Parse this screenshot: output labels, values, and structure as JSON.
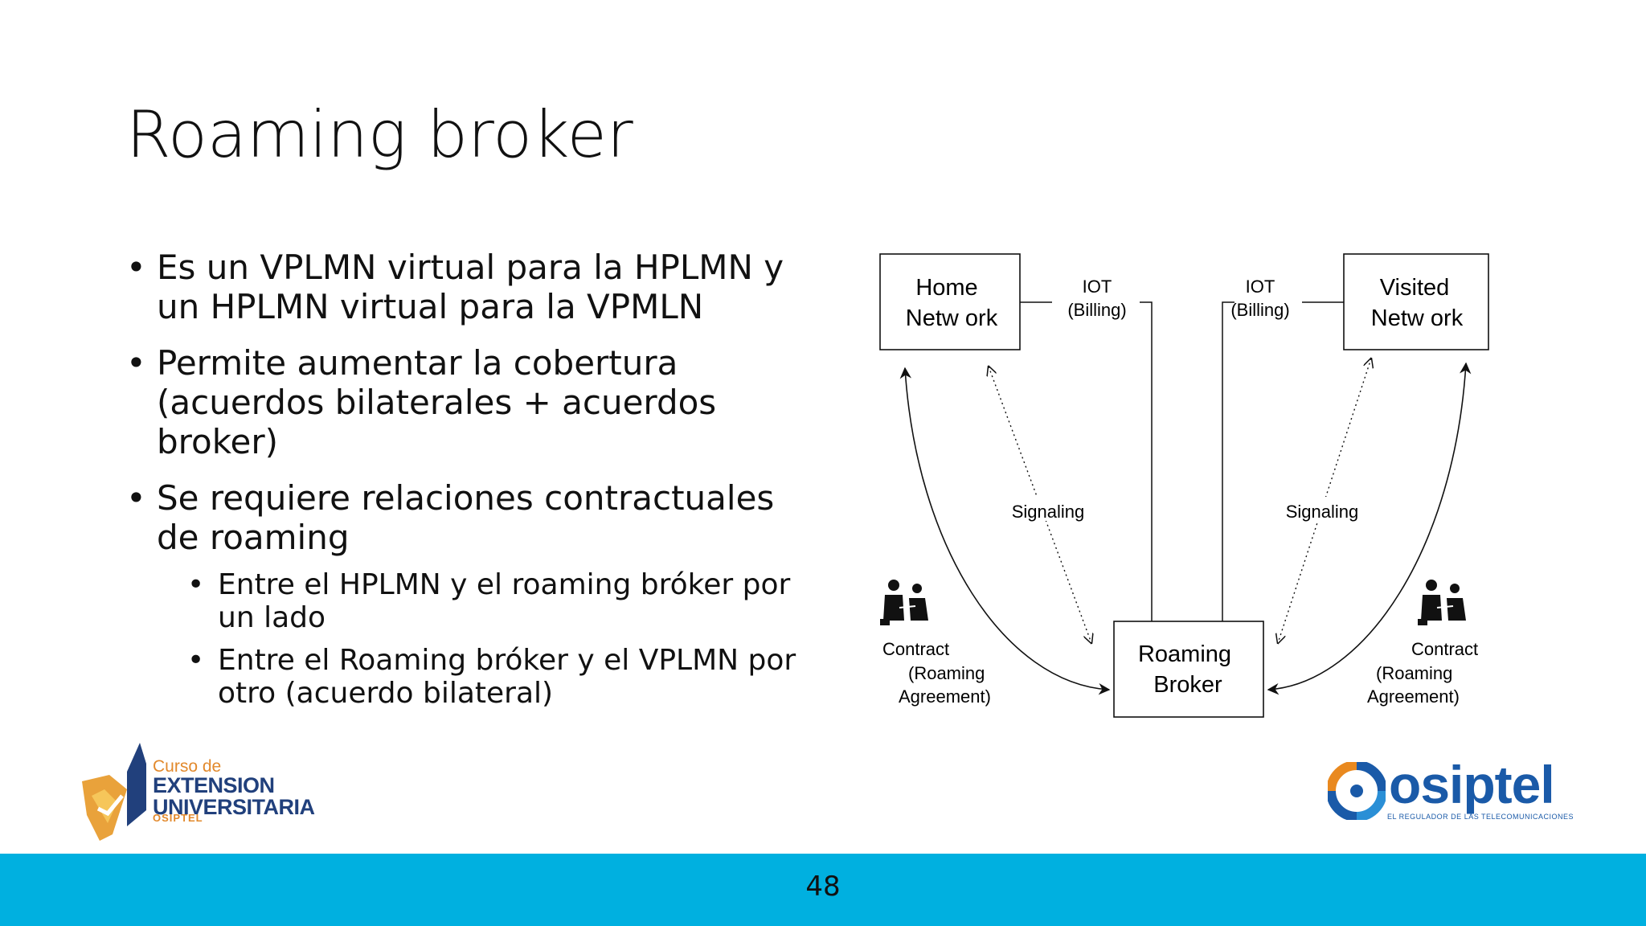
{
  "slide": {
    "title": "Roaming broker",
    "page_number": "48"
  },
  "bullets": [
    {
      "text": "Es un VPLMN virtual para la HPLMN y",
      "text2": "un HPLMN virtual para la VPMLN"
    },
    {
      "text": "Permite aumentar la cobertura",
      "text2": "(acuerdos bilaterales + acuerdos",
      "text3": "broker)"
    },
    {
      "text": "Se requiere relaciones contractuales",
      "text2": "de roaming",
      "sub": [
        {
          "text": "Entre el HPLMN y el roaming bróker por",
          "text2": "un lado"
        },
        {
          "text": "Entre el Roaming bróker y el VPLMN por",
          "text2": "otro (acuerdo bilateral)"
        }
      ]
    }
  ],
  "diagram": {
    "home_network": {
      "line1": "Home",
      "line2": "Netw ork"
    },
    "visited_network": {
      "line1": "Visited",
      "line2": "Netw ork"
    },
    "roaming_broker": {
      "line1": "Roaming",
      "line2": "Broker"
    },
    "iot_left": {
      "line1": "IOT",
      "line2": "(Billing)"
    },
    "iot_right": {
      "line1": "IOT",
      "line2": "(Billing)"
    },
    "signaling_left": "Signaling",
    "signaling_right": "Signaling",
    "contract_left": {
      "line1": "Contract",
      "line2": "(Roaming",
      "line3": "Agreement)"
    },
    "contract_right": {
      "line1": "Contract",
      "line2": "(Roaming",
      "line3": "Agreement)"
    }
  },
  "logos": {
    "left": {
      "line1": "Curso de",
      "line2": "EXTENSION",
      "line3": "UNIVERSITARIA",
      "line4": "OSIPTEL"
    },
    "right": {
      "word": "osiptel",
      "tagline": "EL REGULADOR DE LAS TELECOMUNICACIONES"
    }
  },
  "colors": {
    "footer_bar": "#00b0e0",
    "osiptel_blue": "#1a5aa8",
    "extension_orange": "#e2892c",
    "extension_navy": "#21407c"
  }
}
